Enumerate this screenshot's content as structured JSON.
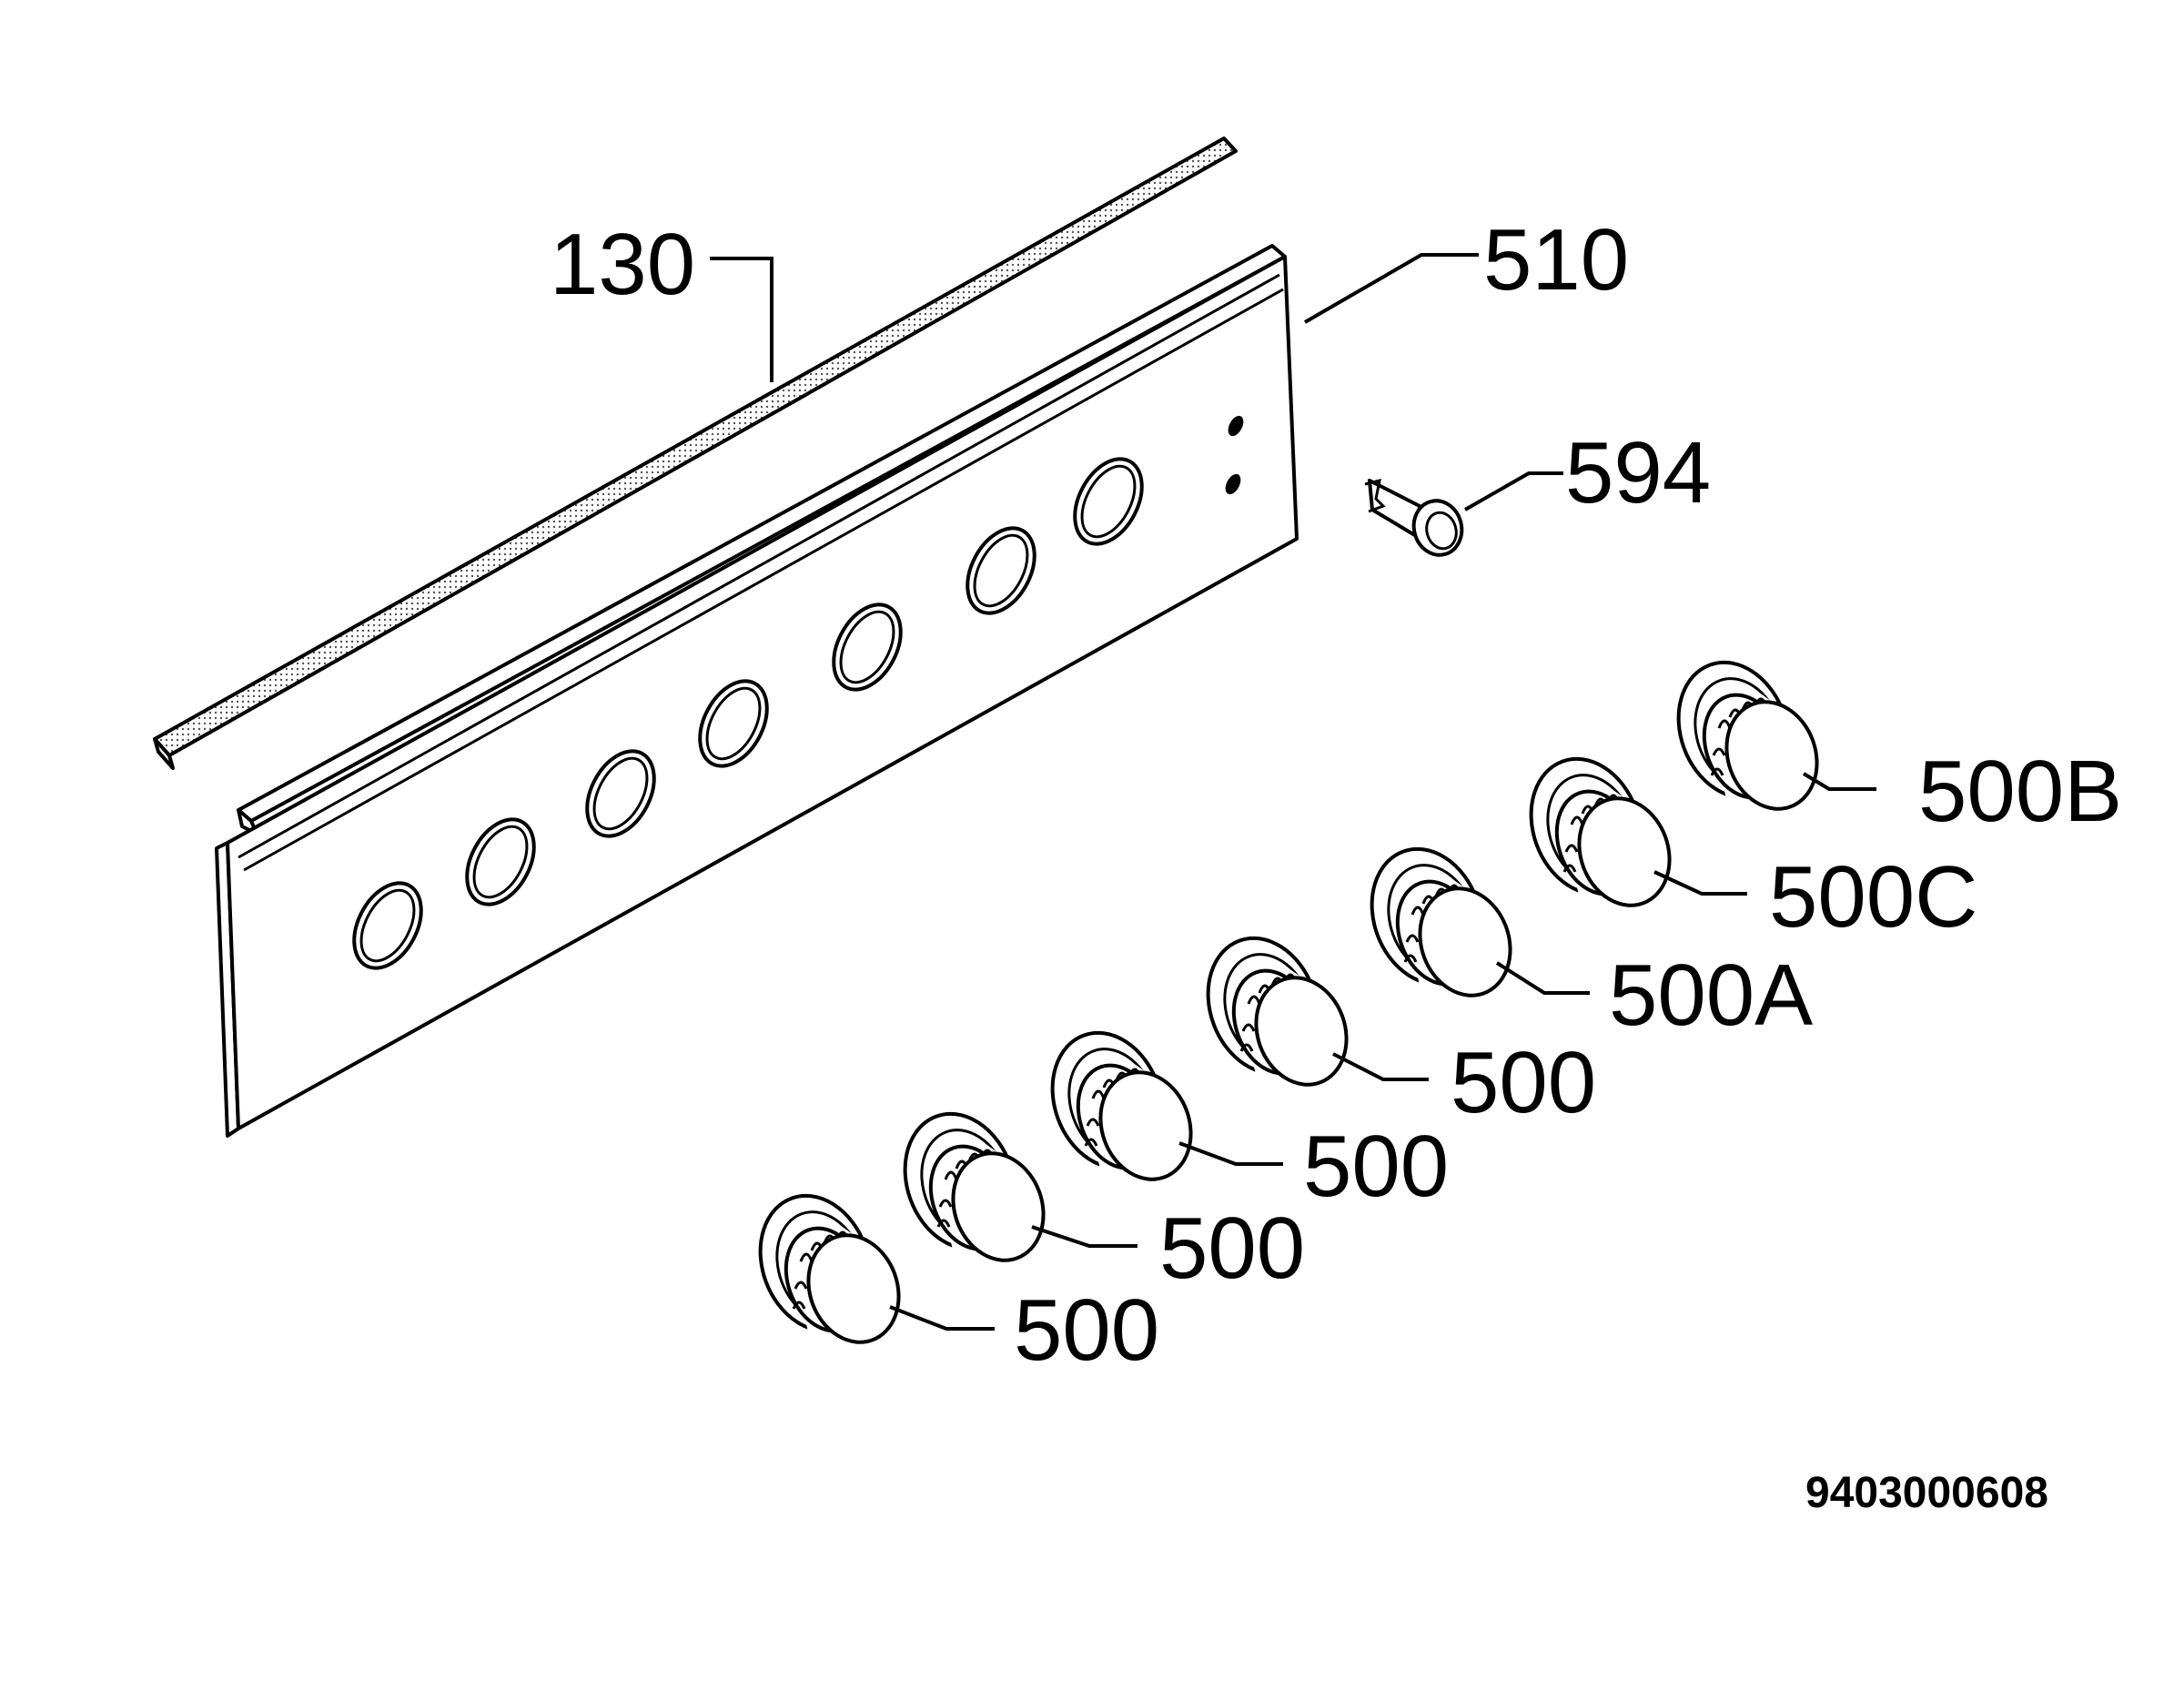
{
  "labels": {
    "trim_strip": "130",
    "control_panel": "510",
    "indicator_lamp": "594",
    "knob_b": "500B",
    "knob_c": "500C",
    "knob_a": "500A",
    "knob_1": "500",
    "knob_2": "500",
    "knob_3": "500",
    "knob_4": "500"
  },
  "drawing_number": "9403000608"
}
